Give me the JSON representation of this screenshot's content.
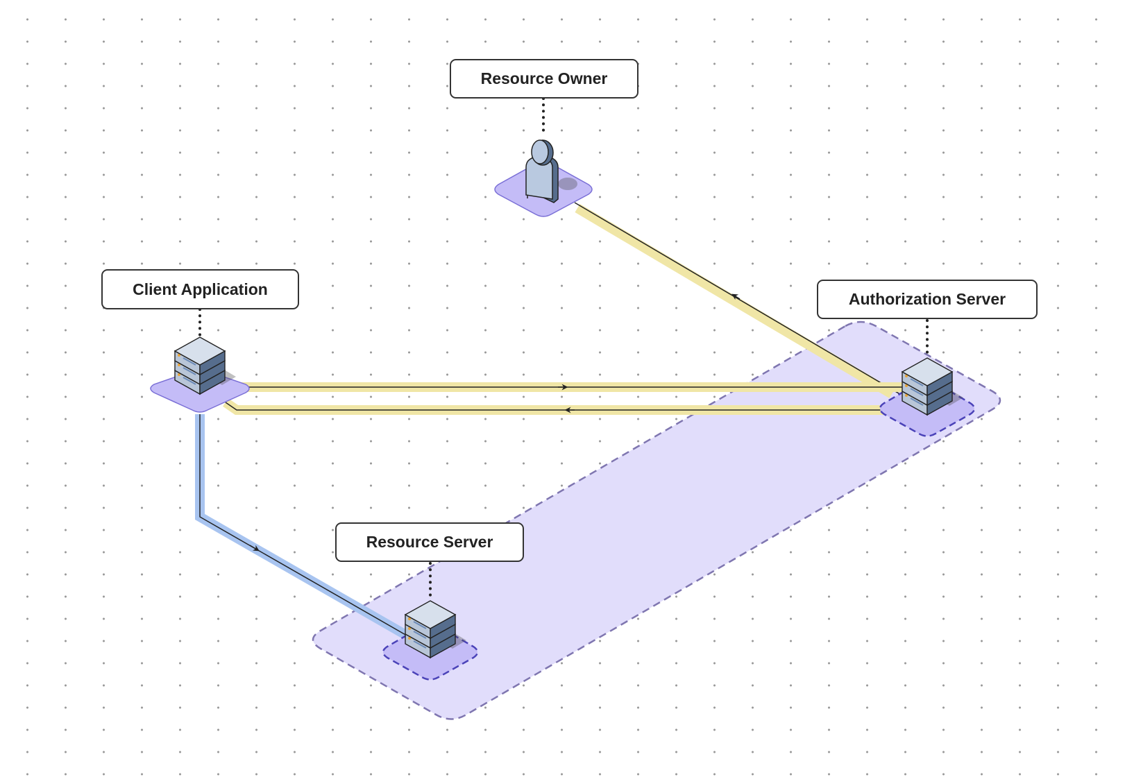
{
  "nodes": {
    "resource_owner": {
      "label": "Resource Owner",
      "icon": "user-icon"
    },
    "client_application": {
      "label": "Client Application",
      "icon": "server-icon"
    },
    "authorization_server": {
      "label": "Authorization Server",
      "icon": "server-icon"
    },
    "resource_server": {
      "label": "Resource Server",
      "icon": "server-icon"
    }
  },
  "colors": {
    "yellow_flow": "#f0e6a6",
    "blue_flow": "#a8c4f0",
    "platform": "#c4bcf7",
    "platform_stroke": "#7a6fd6",
    "zone_fill": "#e1ddfb",
    "zone_stroke": "#7f76b0",
    "server_dark": "#566d8d",
    "server_light": "#d7e0ec"
  }
}
